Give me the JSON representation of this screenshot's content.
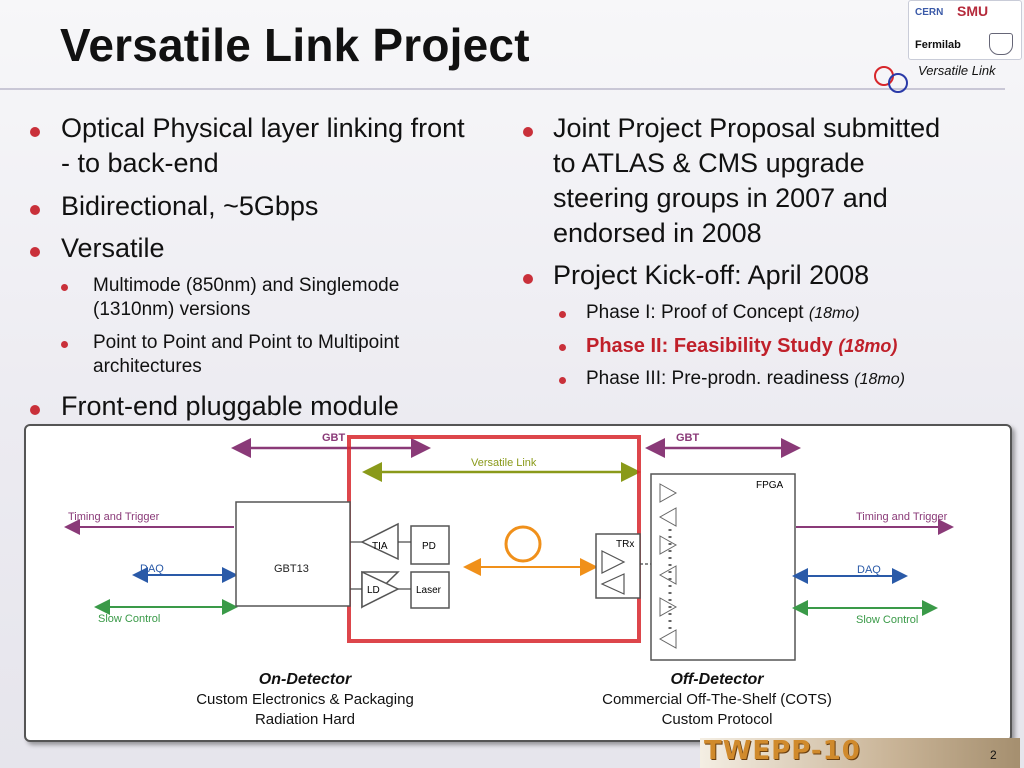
{
  "title": "Versatile Link Project",
  "logos": {
    "cern": "CERN",
    "smu": "SMU",
    "fermilab": "Fermilab"
  },
  "brand_label": "Versatile Link",
  "left_bullets": {
    "b1": "Optical Physical layer linking front",
    "b1_cont": "- to back-end",
    "b2": "Bidirectional, ~5Gbps",
    "b3": "Versatile",
    "s1": "Multimode (850nm) and Singlemode",
    "s1_cont": "(1310nm) versions",
    "s2": "Point to Point and Point to Multipoint",
    "s2_cont": "architectures",
    "b4": "Front-end pluggable module"
  },
  "right_bullets": {
    "b1_l1": "Joint Project Proposal submitted",
    "b1_l2": "to ATLAS & CMS upgrade",
    "b1_l3": "steering groups in 2007 and",
    "b1_l4": "endorsed in 2008",
    "b2": "Project Kick-off:  April 2008",
    "p1": "Phase I: Proof of Concept",
    "p1_dur": "(18mo)",
    "p2": "Phase II: Feasibility Study",
    "p2_dur": "(18mo)",
    "p3": "Phase III: Pre-prodn. readiness",
    "p3_dur": "(18mo)"
  },
  "diagram": {
    "gbt_left": "GBT",
    "gbt_right": "GBT",
    "versatile_link": "Versatile Link",
    "timing_left": "Timing and Trigger",
    "daq_left": "DAQ",
    "slow_left": "Slow Control",
    "gbt13": "GBT13",
    "tia": "TIA",
    "ld": "LD",
    "pd": "PD",
    "laser": "Laser",
    "trx": "TRx",
    "fpga": "FPGA",
    "timing_right": "Timing and Trigger",
    "daq_right": "DAQ",
    "slow_right": "Slow Control",
    "colors": {
      "arrow_purple": "#8a3a78",
      "link_olive": "#8a9a1a",
      "red_box": "#d7262b",
      "daq_blue": "#2a5aa8",
      "slow_green": "#3a9a48",
      "fiber_orange": "#f0901a"
    }
  },
  "captions": {
    "on_title": "On-Detector",
    "on_l1": "Custom Electronics & Packaging",
    "on_l2": "Radiation Hard",
    "off_title": "Off-Detector",
    "off_l1": "Commercial Off-The-Shelf (COTS)",
    "off_l2": "Custom Protocol"
  },
  "footer": {
    "conference": "TWEPP-10",
    "page": "2"
  }
}
